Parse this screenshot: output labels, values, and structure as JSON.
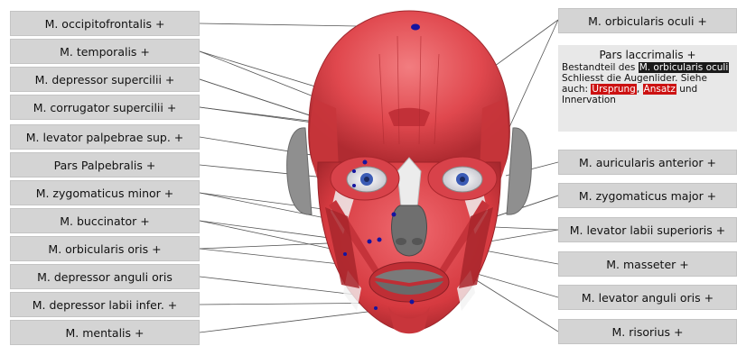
{
  "left_labels": [
    "M. occipitofrontalis +",
    "M. temporalis +",
    "M. depressor supercilii +",
    "M. corrugator supercilii +",
    "M. levator palpebrae sup. +",
    "Pars Palpebralis +",
    "M. zygomaticus minor +",
    "M. buccinator +",
    "M. orbicularis oris +",
    "M. depressor anguli oris",
    "M. depressor labii infer. +",
    "M. mentalis +"
  ],
  "right_labels": [
    "M. orbicularis oculi +",
    "M. auricularis anterior +",
    "M. zygomaticus major +",
    "M. levator labii superioris +",
    "M. masseter +",
    "M. levator anguli oris +",
    "M. risorius +"
  ],
  "info": {
    "title": "Pars laccrimalis +",
    "text_before": "Bestandteil des ",
    "highlight": "M. orbicularis oculi",
    "text_after": " Schliesst die Augenlider. Siehe auch: ",
    "link1": "Ursprung",
    "sep": ", ",
    "link2": "Ansatz",
    "text_end": " und Innervation"
  },
  "colors": {
    "muscle": "#e8474d",
    "muscle_dark": "#b82a30",
    "bone": "#8c8c8c",
    "marker": "#1414a0",
    "label_bg": "#d4d4d4",
    "link_bg": "#cc1111"
  }
}
